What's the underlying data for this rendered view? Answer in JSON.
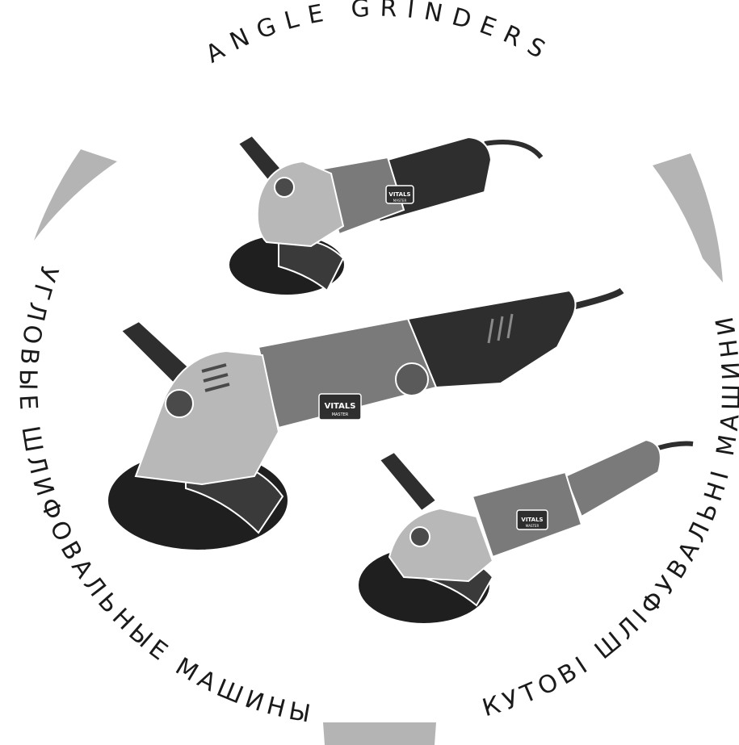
{
  "ring": {
    "top": "ANGLE GRINDERS",
    "left": "УГЛОВЫЕ ШЛИФОВАЛЬНЫЕ МАШИНЫ",
    "right": "КУТОВІ ШЛІФУВАЛЬНІ МАШИНИ"
  },
  "brand": {
    "name": "VITALS",
    "sub": "MASTER"
  },
  "colors": {
    "arc_gray": "#b4b4b4",
    "body_dark": "#2e2e2e",
    "body_mid": "#7a7a7a",
    "body_light": "#b8b8b8",
    "disc": "#1f1f1f"
  }
}
